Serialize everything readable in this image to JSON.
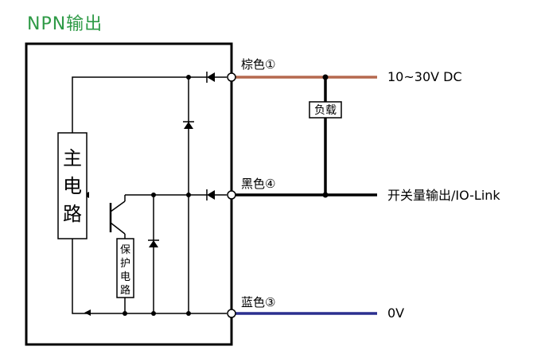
{
  "title": "NPN输出",
  "block_main": [
    "主",
    "电",
    "路"
  ],
  "block_protect": [
    "保",
    "护",
    "电",
    "路"
  ],
  "load_label": "负载",
  "wires": {
    "brown": {
      "label": "棕色①",
      "terminal": "10~30V DC",
      "color": "#b5694f"
    },
    "black": {
      "label": "黑色④",
      "terminal": "开关量输出/IO-Link",
      "color": "#000000"
    },
    "blue": {
      "label": "蓝色③",
      "terminal": "0V",
      "color": "#2a2f8f"
    }
  }
}
